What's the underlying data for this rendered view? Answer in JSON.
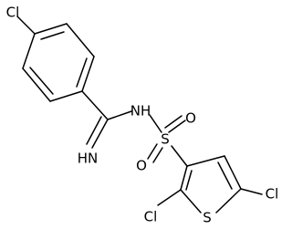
{
  "molecule": {
    "atoms": [
      {
        "id": "cl-para",
        "label": "Cl"
      },
      {
        "id": "imine-nh",
        "label": "HN"
      },
      {
        "id": "amide-nh",
        "label": "NH"
      },
      {
        "id": "sulfonyl-s",
        "label": "S"
      },
      {
        "id": "sulfonyl-o-top",
        "label": "O"
      },
      {
        "id": "sulfonyl-o-bottom",
        "label": "O"
      },
      {
        "id": "thiophene-s",
        "label": "S"
      },
      {
        "id": "cl-thiophene-2",
        "label": "Cl"
      },
      {
        "id": "cl-thiophene-5",
        "label": "Cl"
      }
    ]
  }
}
